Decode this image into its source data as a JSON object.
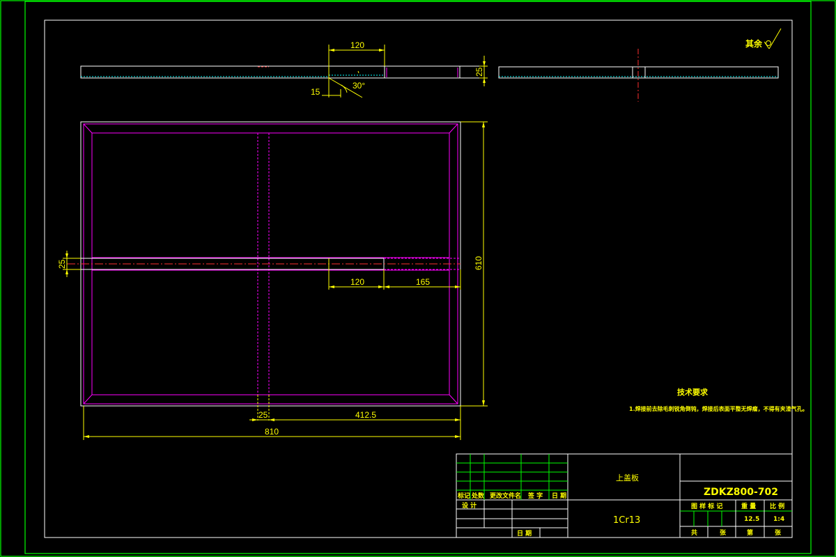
{
  "colors": {
    "background": "#000000",
    "border": "#00ff00",
    "outline": "#ffffff",
    "part": "#ff00ff",
    "dimension": "#ffff00",
    "centerline": "#ff3030",
    "section_hatch": "#00ffff"
  },
  "surface_finish": {
    "label": "其余",
    "symbol_name": "surface-roughness-icon"
  },
  "dimensions": {
    "top_width_120": "120",
    "top_offset_15": "15",
    "top_angle": "30°",
    "top_thickness_25": "25",
    "plan_height_610": "610",
    "plan_slot_25": "25",
    "plan_slot_120": "120",
    "plan_slot_165": "165",
    "plan_bottom_25": "25",
    "plan_bottom_4125": "412.5",
    "plan_width_810": "810"
  },
  "tech_req": {
    "title": "技术要求",
    "item1": "1.焊接前去除毛刺锐角倒钝，焊接后表面平整无焊瘤，不得有夹渣气孔。"
  },
  "title_block": {
    "part_name": "上盖板",
    "drawing_no": "ZDKZ800-702",
    "material": "1Cr13",
    "hdr_mark": "标记",
    "hdr_count": "处数",
    "hdr_doc": "更改文件名",
    "hdr_sign": "签 字",
    "hdr_date": "日 期",
    "design": "设 计",
    "date": "日 期",
    "stage": "图 样 标 记",
    "weight": "重 量",
    "scale": "比 例",
    "weight_value": "12.5",
    "scale_value": "1:4",
    "total": "共",
    "sheet_unit1": "张",
    "sheet_no": "第",
    "sheet_unit2": "张"
  }
}
